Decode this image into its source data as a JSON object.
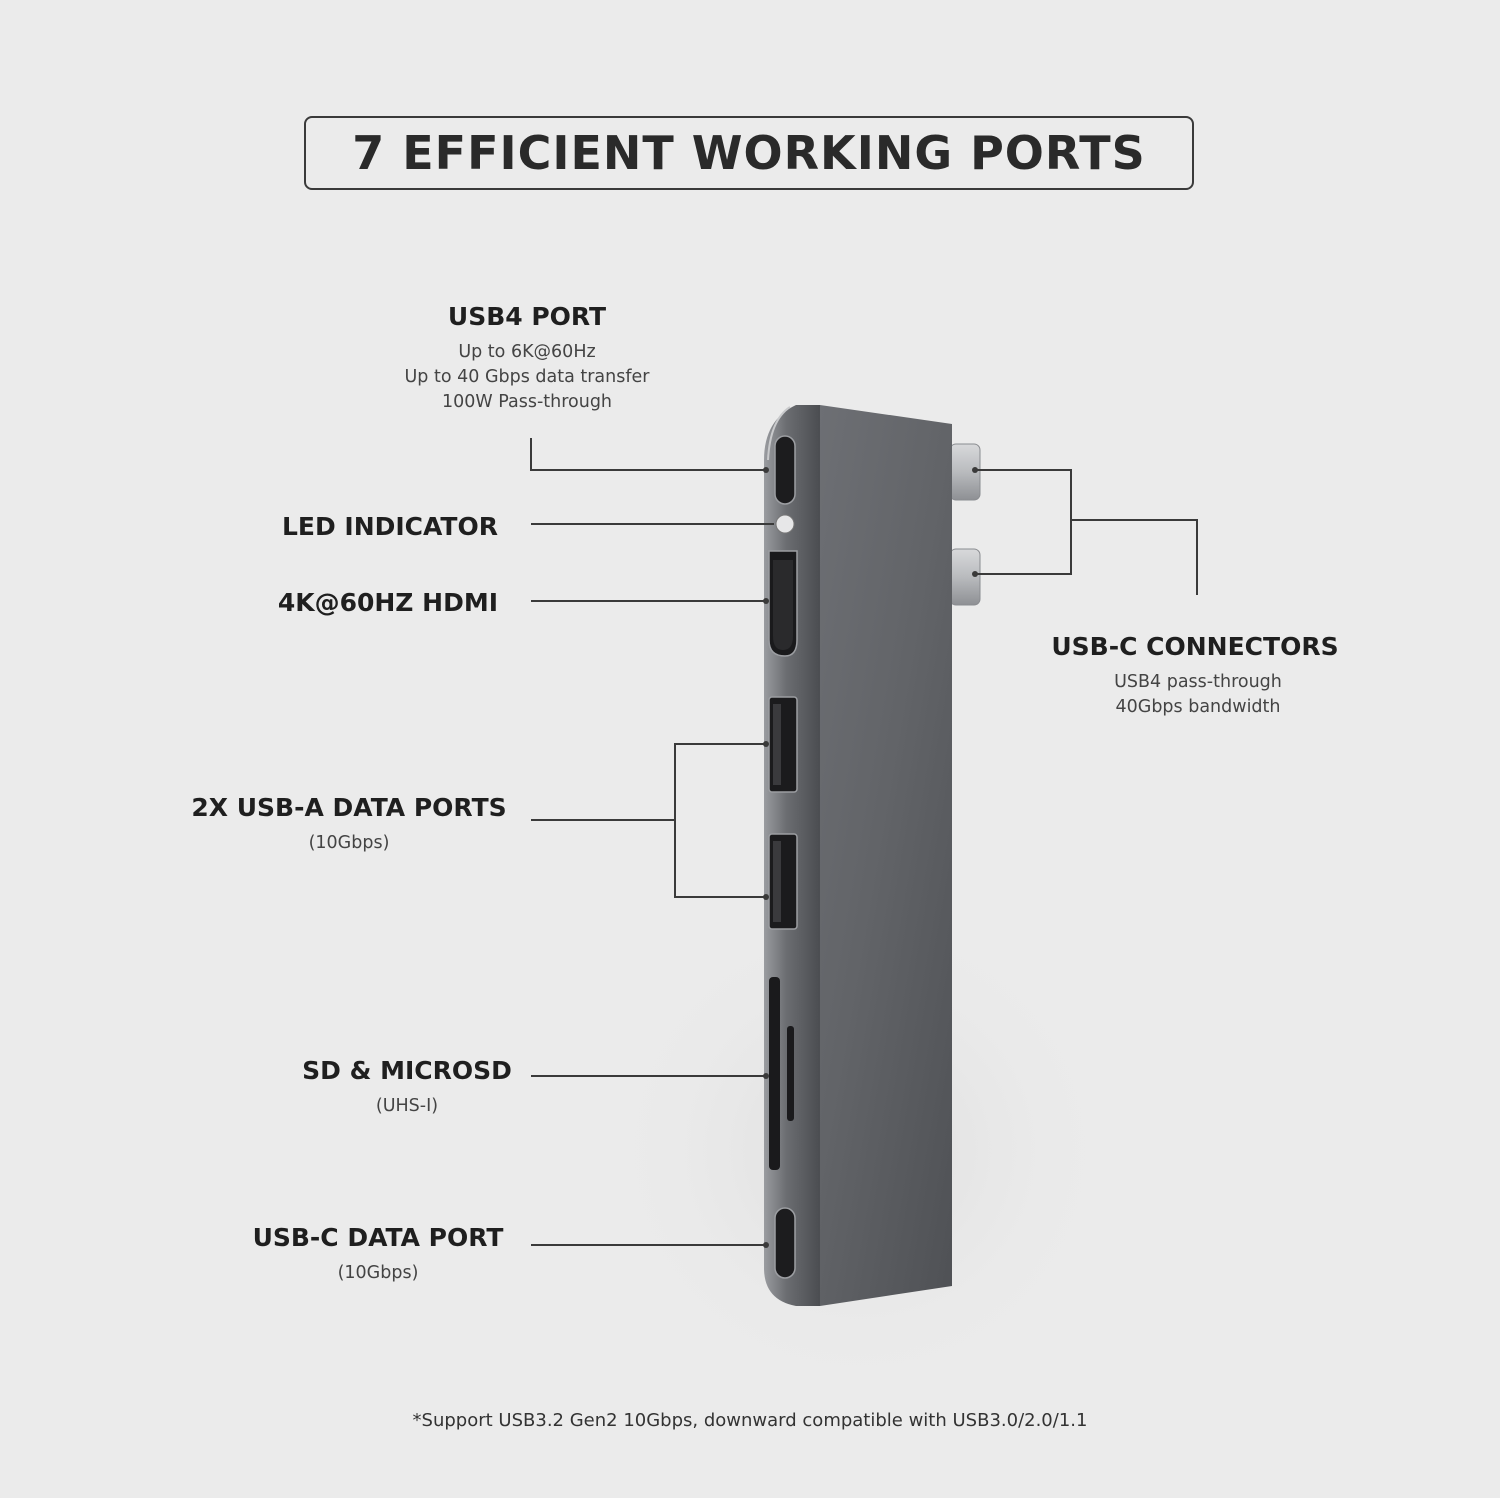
{
  "heading": "7 EFFICIENT WORKING PORTS",
  "labels": {
    "usb4": {
      "title": "USB4 PORT",
      "lines": [
        "Up to 6K@60Hz",
        "Up to 40 Gbps data transfer",
        "100W Pass-through"
      ]
    },
    "led": {
      "title": "LED INDICATOR"
    },
    "hdmi": {
      "title": "4K@60HZ HDMI"
    },
    "usb_a": {
      "title": "2X USB-A DATA PORTS",
      "sub": "(10Gbps)"
    },
    "sd": {
      "title": "SD & MICROSD",
      "sub": "(UHS-I)"
    },
    "usb_c_data": {
      "title": "USB-C DATA PORT",
      "sub": "(10Gbps)"
    },
    "usb_c_connectors": {
      "title": "USB-C CONNECTORS",
      "lines": [
        "USB4 pass-through",
        "40Gbps bandwidth"
      ]
    }
  },
  "footnote": "*Support USB3.2 Gen2 10Gbps, downward compatible with USB3.0/2.0/1.1",
  "colors": {
    "background": "#ebebeb",
    "hub_body": "#5e6064",
    "line": "#3a3a3a"
  }
}
